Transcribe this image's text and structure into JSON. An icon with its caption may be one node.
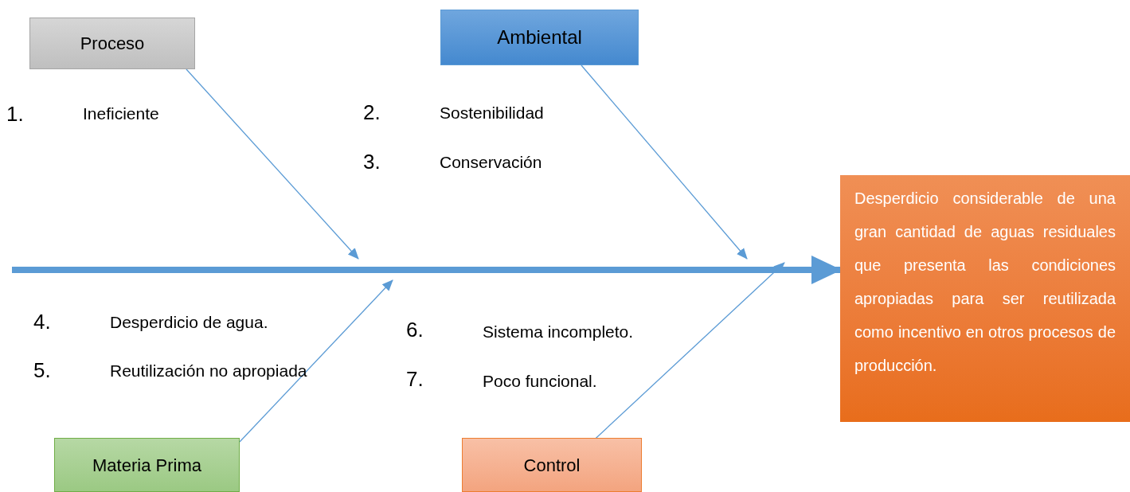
{
  "diagram": {
    "nodes": [
      {
        "text": [
          "Proceso"
        ]
      },
      {
        "text": [
          "Ambiental"
        ]
      },
      {
        "text": [
          "Materia Prima"
        ]
      },
      {
        "text": [
          "Control"
        ]
      },
      {
        "text": [
          "Desperdicio considerable de una gran cantidad de aguas residuales que presenta las condiciones apropiadas para ser reutilizada como incentivo en otros procesos de producción."
        ]
      }
    ],
    "edges": [
      {
        "from": null,
        "to": 4,
        "arrow": "to",
        "style": "thick"
      },
      {
        "from": 0,
        "to": null,
        "arrow": "to"
      },
      {
        "from": 1,
        "to": null,
        "arrow": "to"
      },
      {
        "from": 2,
        "to": null,
        "arrow": "to"
      },
      {
        "from": 3,
        "to": null,
        "arrow": "to"
      }
    ],
    "labels": [
      "1.",
      "Ineficiente",
      "2.",
      "Sostenibilidad",
      "3.",
      "Conservación",
      "4.",
      "Desperdicio de agua.",
      "5.",
      "Reutilización no apropiada",
      "6.",
      "Sistema incompleto.",
      "7.",
      "Poco funcional."
    ]
  }
}
